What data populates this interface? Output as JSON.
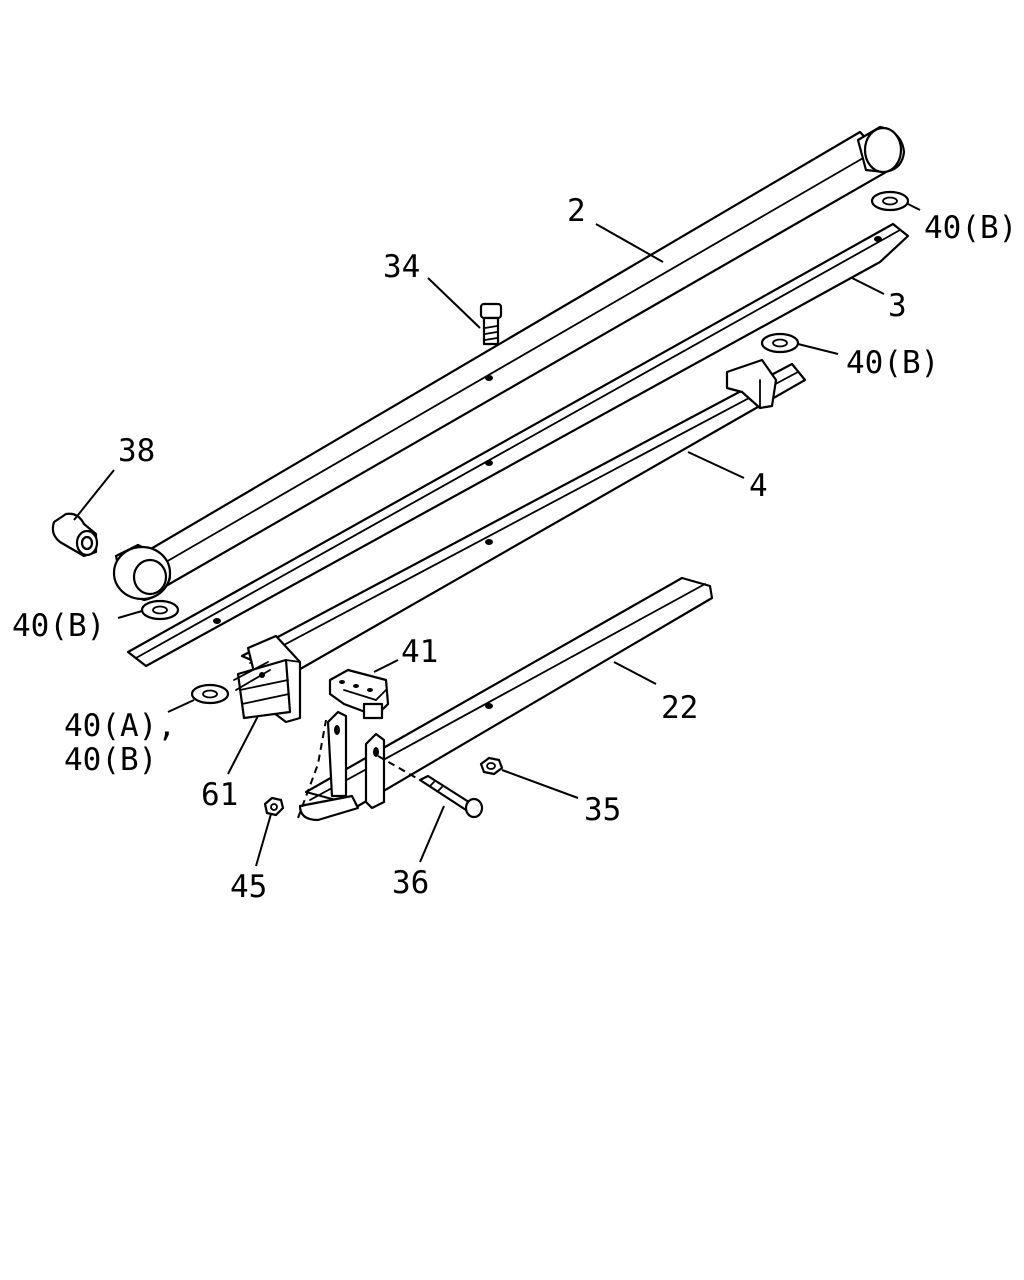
{
  "callouts": {
    "c2": "2",
    "c3": "3",
    "c4": "4",
    "c22": "22",
    "c34": "34",
    "c35": "35",
    "c36": "36",
    "c38": "38",
    "c40b_top": "40(B)",
    "c40b_mid": "40(B)",
    "c40b_left": "40(B)",
    "c40a_line1": "40(A),",
    "c40a_line2": "40(B)",
    "c41": "41",
    "c45": "45",
    "c61": "61"
  }
}
